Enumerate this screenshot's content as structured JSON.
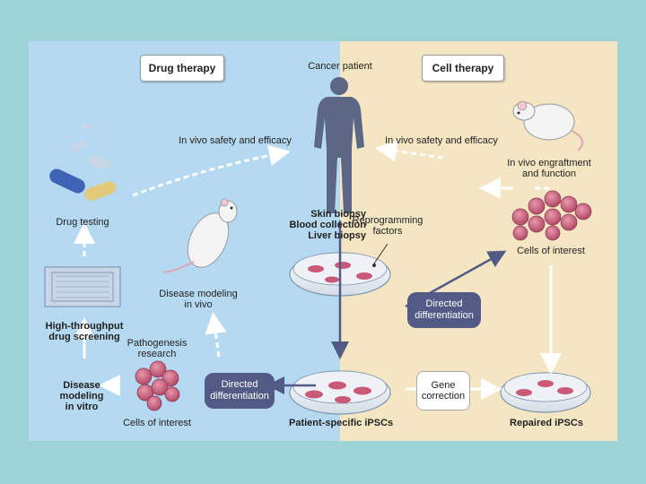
{
  "headers": {
    "drug_therapy": "Drug therapy",
    "cell_therapy": "Cell therapy"
  },
  "nodes": {
    "cancer_patient": "Cancer patient",
    "in_vivo_safety_left": "In vivo safety and efficacy",
    "in_vivo_safety_right": "In vivo safety and efficacy",
    "in_vivo_engraftment": "In vivo engraftment\nand function",
    "drug_testing": "Drug testing",
    "biopsy": "Skin biopsy\nBlood collection\nLiver biopsy",
    "reprogramming_factors": "Reprogramming\nfactors",
    "cells_of_interest_right": "Cells of interest",
    "disease_modeling_in_vivo": "Disease modeling\nin vivo",
    "directed_differentiation_top": "Directed\ndifferentiation",
    "high_throughput": "High-throughput\ndrug screening",
    "pathogenesis": "Pathogenesis\nresearch",
    "disease_modeling_in_vitro": "Disease\nmodeling\nin vitro",
    "directed_differentiation_bottom": "Directed\ndifferentiation",
    "gene_correction": "Gene\ncorrection",
    "cells_of_interest_left": "Cells of interest",
    "patient_ipscs": "Patient-specific iPSCs",
    "repaired_ipscs": "Repaired iPSCs"
  },
  "colors": {
    "left_panel": "#b5d9f0",
    "right_panel": "#f5e6c3",
    "arrow": "#525a86",
    "cells": "#c85a78",
    "slide_bg": "#9ed3d6"
  }
}
